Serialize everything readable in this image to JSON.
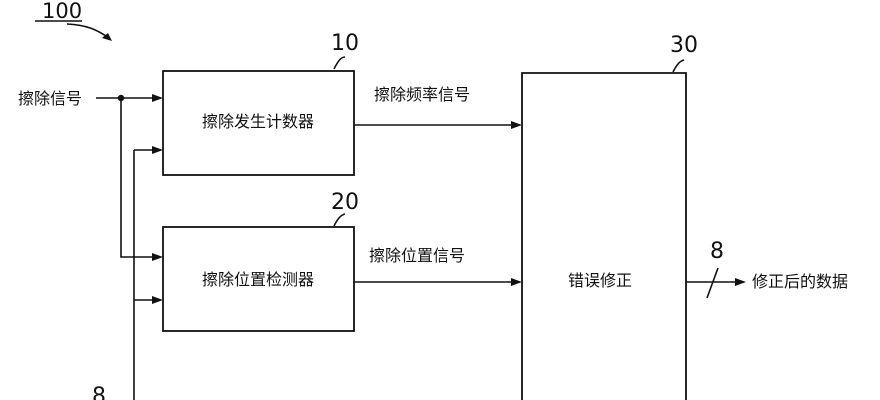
{
  "diagram": {
    "ref_main": "100",
    "inputs": {
      "erase_signal": "擦除信号"
    },
    "blocks": {
      "erase_counter": {
        "ref": "10",
        "label": "擦除发生计数器"
      },
      "erase_position_detector": {
        "ref": "20",
        "label": "擦除位置检测器"
      },
      "error_correction": {
        "ref": "30",
        "label": "错误修正"
      }
    },
    "signals": {
      "erase_frequency": "擦除频率信号",
      "erase_position": "擦除位置信号",
      "bus_width": "8",
      "left_bus_width": "8"
    },
    "outputs": {
      "corrected_data": "修正后的数据"
    }
  },
  "colors": {
    "line": "#111111",
    "background": "#ffffff"
  }
}
